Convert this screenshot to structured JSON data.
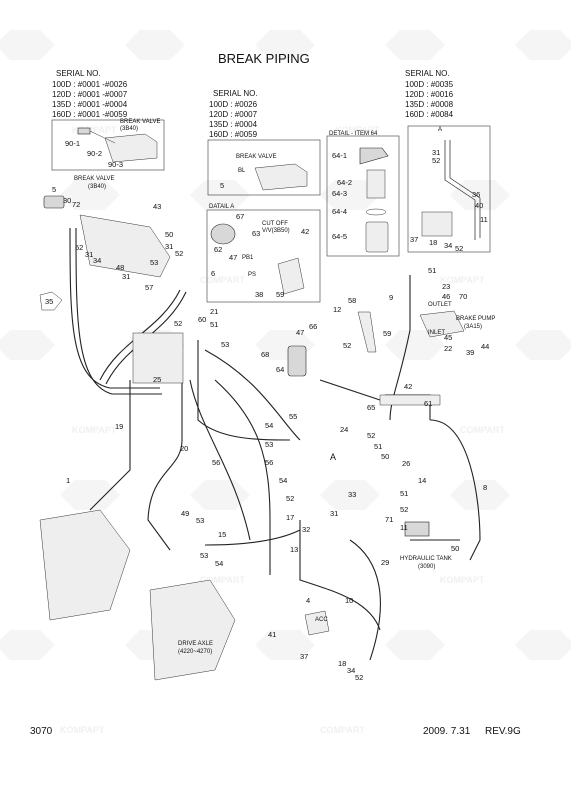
{
  "title": "BREAK PIPING",
  "page_number": "3070",
  "revision_date": "2009. 7.31",
  "revision": "REV.9G",
  "watermark": {
    "brand_a": "KOMPAPT",
    "brand_b": "COMPART"
  },
  "serial_left": {
    "heading": "SERIAL NO.",
    "lines": [
      "100D : #0001 -#0026",
      "120D : #0001 -#0007",
      "135D : #0001 -#0004",
      "160D : #0001 -#0059"
    ]
  },
  "serial_mid": {
    "heading": "SERIAL NO.",
    "lines": [
      "100D : #0026",
      "120D : #0007",
      "135D : #0004",
      "160D : #0059"
    ]
  },
  "serial_right": {
    "heading": "SERIAL NO.",
    "lines": [
      "100D : #0035",
      "120D : #0016",
      "135D : #0008",
      "160D : #0084"
    ]
  },
  "boxes": {
    "break_valve_top": "BREAK VALVE",
    "break_valve_top_code": "(3B40)",
    "break_valve_mid": "BREAK VALVE",
    "break_valve_left": "BREAK VALVE",
    "break_valve_left_code": "(3B40)",
    "detail_item": "DETAIL - ITEM 64",
    "detail_a": "DATAIL A",
    "cut_off_line1": "CUT OFF",
    "cut_off_line2": "V/V(3B50)",
    "letter_a": "A"
  },
  "labels": {
    "brake_pump": "BRAKE PUMP",
    "brake_pump_code": "(3A15)",
    "hydraulic_tank": "HYDRAULIC TANK",
    "hydraulic_tank_code": "(3090)",
    "drive_axle": "DRIVE AXLE",
    "drive_axle_code": "(4220~4270)",
    "outlet": "OUTLET",
    "inlet": "INLET",
    "acc": "ACC",
    "bl": "BL",
    "ps": "PS",
    "pb1": "PB1"
  },
  "callouts": {
    "c1": "5",
    "c2": "30",
    "c3": "72",
    "c4": "43",
    "c5": "50",
    "c6": "52",
    "c7": "31",
    "c8": "34",
    "c9": "48",
    "c10": "31",
    "c11": "52",
    "c12": "57",
    "c13": "35",
    "c14": "52",
    "c15": "60",
    "c16": "21",
    "c17": "51",
    "c18": "53",
    "c19": "25",
    "c20": "19",
    "c21": "20",
    "c22": "56",
    "c23": "55",
    "c24": "54",
    "c25": "53",
    "c26": "32",
    "c27": "49",
    "c28": "53",
    "c29": "15",
    "c30": "53",
    "c31": "54",
    "c32": "13",
    "c33": "29",
    "c34": "50",
    "c35": "8",
    "c36": "14",
    "c37": "51",
    "c38": "52",
    "c39": "11",
    "c40": "10",
    "c41": "4",
    "c42": "41",
    "c43": "37",
    "c44": "18",
    "c45": "34",
    "c46": "52",
    "c47": "9",
    "c48": "51",
    "c49": "23",
    "c50": "46",
    "c51": "70",
    "c52": "45",
    "c53": "22",
    "c54": "39",
    "c55": "44",
    "c56": "58",
    "c57": "12",
    "c58": "59",
    "c59": "47",
    "c60": "66",
    "c61": "52",
    "c62": "68",
    "c63": "64",
    "c64": "42",
    "c65": "65",
    "c66": "61",
    "c67": "24",
    "c68": "52",
    "c69": "51",
    "c70": "50",
    "c71": "26",
    "c72": "33",
    "c73": "31",
    "c74": "90-1",
    "c75": "90-2",
    "c76": "90-3",
    "c77": "5",
    "c78": "64-1",
    "c79": "64-2",
    "c80": "64-3",
    "c81": "64-4",
    "c82": "64-5",
    "c83": "67",
    "c84": "62",
    "c85": "63",
    "c86": "42",
    "c87": "47",
    "c88": "6",
    "c89": "38",
    "c90": "59",
    "c91": "31",
    "c92": "52",
    "c93": "36",
    "c94": "11",
    "c95": "37",
    "c96": "18",
    "c97": "34",
    "c98": "52",
    "c99": "40",
    "c100": "56",
    "c101": "54",
    "c102": "52",
    "c103": "17",
    "c104": "71",
    "c105": "31",
    "c106": "53",
    "c107": "1"
  },
  "colors": {
    "ink": "#111111",
    "watermark": "#f0f0f0",
    "line": "#222222"
  }
}
